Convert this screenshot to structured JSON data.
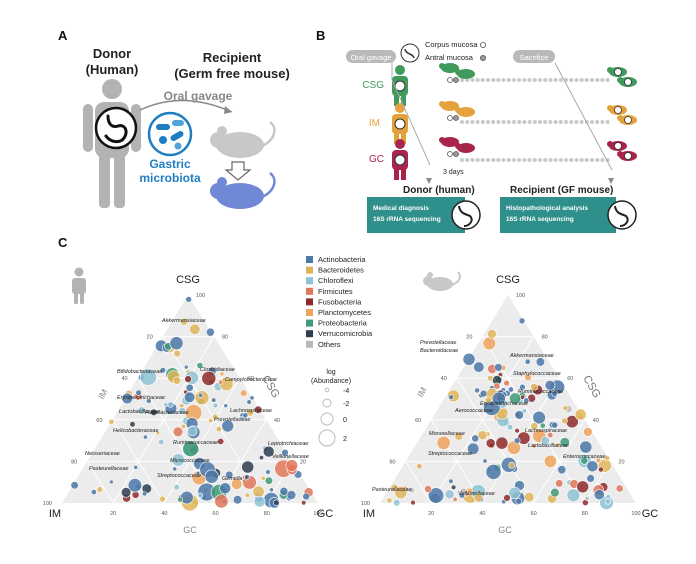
{
  "panel_labels": {
    "a": "A",
    "b": "B",
    "c": "C"
  },
  "panel_a": {
    "donor_title": "Donor",
    "donor_subtitle": "(Human)",
    "recipient_title": "Recipient",
    "recipient_subtitle": "(Germ free mouse)",
    "gavage_label": "Oral gavage",
    "microbiota_line1": "Gastric",
    "microbiota_line2": "microbiota",
    "colors": {
      "human": "#b3b3b3",
      "mouse_before": "#c8c8c8",
      "mouse_after": "#6f89d6",
      "microbiota": "#1f7ec2"
    }
  },
  "panel_b": {
    "oral_gavage": "Oral gavage",
    "sacrifice": "Sacrifice",
    "corpus_mucosa": "Corpus mucosa",
    "antral_mucosa": "Antral mucosa",
    "groups": [
      {
        "name": "CSG",
        "color": "#3f9a5c"
      },
      {
        "name": "IM",
        "color": "#e3a23b"
      },
      {
        "name": "GC",
        "color": "#a8244a"
      }
    ],
    "days_label": "3 days",
    "donor_header": "Donor (human)",
    "donor_box": [
      "Medical diagnosis",
      "16S rRNA sequencing"
    ],
    "recipient_header": "Recipient (GF mouse)",
    "recipient_box": [
      "Histopathological analysis",
      "16S rRNA sequencing"
    ],
    "box_color": "#2f8f8a"
  },
  "panel_c": {
    "vertices": {
      "top": "CSG",
      "left": "IM",
      "right": "GC"
    },
    "legend": [
      {
        "name": "Actinobacteria",
        "color": "#4b78a8"
      },
      {
        "name": "Bacteroidetes",
        "color": "#e0b55a"
      },
      {
        "name": "Chloroflexi",
        "color": "#8fc3d4"
      },
      {
        "name": "Firmicutes",
        "color": "#e0765a"
      },
      {
        "name": "Fusobacteria",
        "color": "#8e2a2a"
      },
      {
        "name": "Planctomycetes",
        "color": "#f0a35c"
      },
      {
        "name": "Proteobacteria",
        "color": "#3f9a77"
      },
      {
        "name": "Verrucomicrobia",
        "color": "#2d3d4f"
      },
      {
        "name": "Others",
        "color": "#b9b9b9"
      }
    ],
    "size_legend_title_1": "log",
    "size_legend_title_2": "(Abundance)",
    "size_legend_values": [
      "-4",
      "-2",
      "0",
      "2"
    ],
    "ticks": [
      "20",
      "40",
      "60",
      "80",
      "100"
    ],
    "human_labels": [
      "Akkermansiaceae",
      "Clostridiaceae",
      "Bifidobacteriaceae",
      "Erysipelotrichaceae",
      "Lactobacillaceae",
      "Fusobacteriaceae",
      "Helicobacteraceae",
      "Neisseriaceae",
      "Pasteurellaceae",
      "Leptotrichiaceae",
      "Veillonellaceae",
      "Ruminococcaceae",
      "Micrococcaceae",
      "Streptococcaceae",
      "Gemella_f",
      "Lachnospiraceae",
      "Prevotellaceae",
      "Campylobacteraceae"
    ],
    "mouse_labels": [
      "Prevotellaceae",
      "Bacteroidaceae",
      "Akkermansiaceae",
      "Staphylococcaceae",
      "Ruminococcaceae",
      "Erysipelotrichaceae",
      "Moraxellaceae",
      "Lachnospiraceae",
      "Streptococcaceae",
      "Lactobacillaceae",
      "Enterococcaceae",
      "Pasteurellaceae",
      "Veillonellaceae",
      "Aerococcaceae"
    ]
  }
}
